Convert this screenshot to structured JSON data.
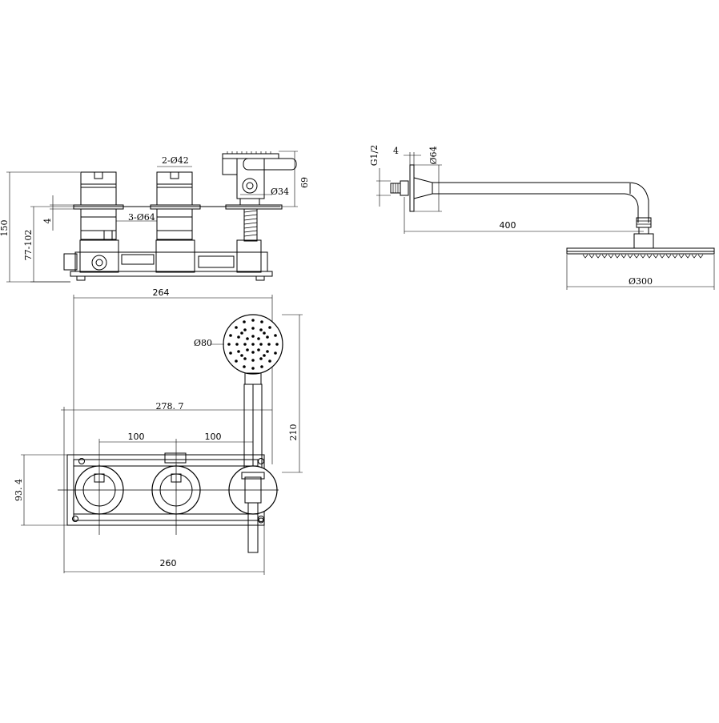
{
  "dimensions": {
    "front_height_total": "150",
    "front_height_range": "77-102",
    "front_plate_thickness": "4",
    "valve_diameter": "2-Ø42",
    "rosette_diameter": "3-Ø64",
    "diverter_diameter": "Ø34",
    "diverter_height": "69",
    "plan_width_top": "264",
    "handshower_diameter": "Ø80",
    "handshower_height": "210",
    "overall_span": "278. 7",
    "spacing_left": "100",
    "spacing_right": "100",
    "plate_height": "93. 4",
    "plate_width": "260",
    "arm_thread": "G1/2",
    "arm_flange_thickness": "4",
    "arm_flange_diameter": "Ø64",
    "arm_length": "400",
    "head_diameter": "Ø300"
  }
}
